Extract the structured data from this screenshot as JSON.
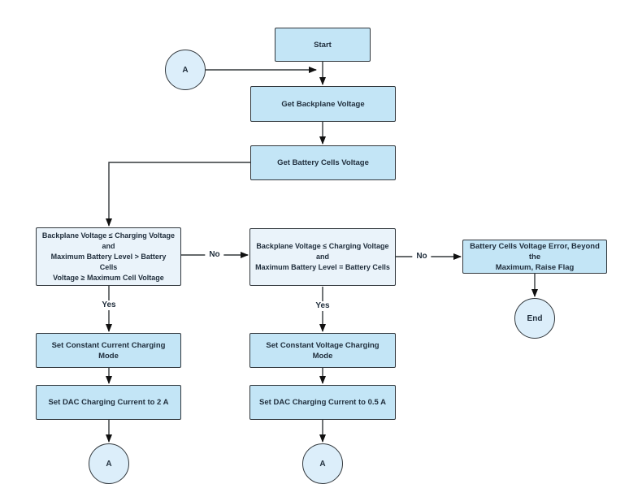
{
  "diagram": {
    "type": "flowchart",
    "background": "#ffffff",
    "colors": {
      "process_fill": "#c3e5f6",
      "decision_fill": "#eaf3fa",
      "connector_circle_fill": "#dceefa",
      "stroke": "#31373c",
      "text": "#1f2d3b"
    },
    "nodes": {
      "start": {
        "shape": "rect",
        "label": "Start"
      },
      "connector_a_top": {
        "shape": "circle",
        "label": "A"
      },
      "get_backplane_voltage": {
        "shape": "rect",
        "label": "Get Backplane Voltage"
      },
      "get_battery_cells_voltage": {
        "shape": "rect",
        "label": "Get Battery Cells Voltage"
      },
      "decision_constant_current": {
        "shape": "rect",
        "label": "Backplane Voltage ≤ Charging Voltage\nand\nMaximum Battery Level > Battery Cells\nVoltage ≥ Maximum Cell Voltage"
      },
      "decision_constant_voltage": {
        "shape": "rect",
        "label": "Backplane Voltage ≤ Charging Voltage\nand\nMaximum Battery Level = Battery Cells"
      },
      "error_flag": {
        "shape": "rect",
        "label": "Battery Cells Voltage Error, Beyond the\nMaximum, Raise Flag"
      },
      "end": {
        "shape": "circle",
        "label": "End"
      },
      "set_constant_current_mode": {
        "shape": "rect",
        "label": "Set Constant Current Charging Mode"
      },
      "set_constant_voltage_mode": {
        "shape": "rect",
        "label": "Set Constant Voltage Charging Mode"
      },
      "set_dac_current_2a": {
        "shape": "rect",
        "label": "Set DAC Charging Current to 2 A"
      },
      "set_dac_current_05a": {
        "shape": "rect",
        "label": "Set DAC Charging Current to 0.5 A"
      },
      "connector_a_bottom_left": {
        "shape": "circle",
        "label": "A"
      },
      "connector_a_bottom_middle": {
        "shape": "circle",
        "label": "A"
      }
    },
    "edge_labels": {
      "no_left_to_middle": "No",
      "no_middle_to_error": "No",
      "yes_left": "Yes",
      "yes_middle": "Yes"
    }
  }
}
